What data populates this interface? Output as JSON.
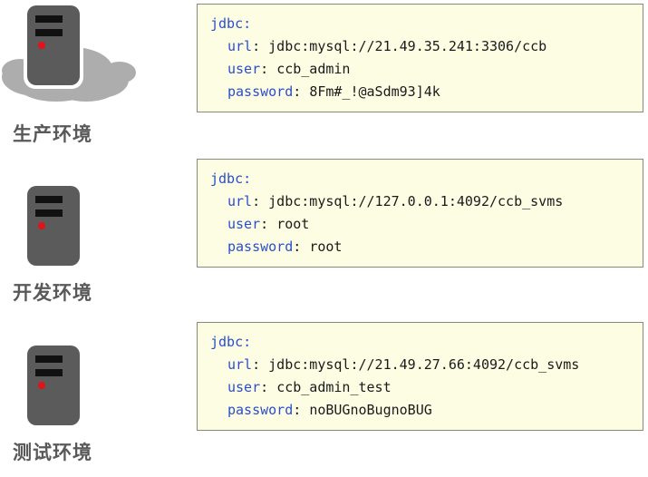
{
  "environments": [
    {
      "id": "prod",
      "label": "生产环境",
      "icon": "server-cloud-icon",
      "has_cloud": true,
      "config": {
        "root_key": "jdbc",
        "entries": [
          {
            "key": "url",
            "value": "jdbc:mysql://21.49.35.241:3306/ccb"
          },
          {
            "key": "user",
            "value": "ccb_admin"
          },
          {
            "key": "password",
            "value": "8Fm#_!@aSdm93]4k"
          }
        ]
      }
    },
    {
      "id": "dev",
      "label": "开发环境",
      "icon": "server-icon",
      "has_cloud": false,
      "config": {
        "root_key": "jdbc",
        "entries": [
          {
            "key": "url",
            "value": "jdbc:mysql://127.0.0.1:4092/ccb_svms"
          },
          {
            "key": "user",
            "value": "root"
          },
          {
            "key": "password",
            "value": "root"
          }
        ]
      }
    },
    {
      "id": "test",
      "label": "测试环境",
      "icon": "server-icon",
      "has_cloud": false,
      "config": {
        "root_key": "jdbc",
        "entries": [
          {
            "key": "url",
            "value": "jdbc:mysql://21.49.27.66:4092/ccb_svms"
          },
          {
            "key": "user",
            "value": "ccb_admin_test"
          },
          {
            "key": "password",
            "value": "noBUGnoBugnoBUG"
          }
        ]
      }
    }
  ],
  "colors": {
    "card_background": "#fdfde4",
    "card_border": "#8a8a78",
    "key_text": "#2a4ecb",
    "value_text": "#1a1a1a",
    "label_text": "#595959",
    "server_body": "#5b5b5b",
    "server_slot": "#111111",
    "server_led": "#e3121a",
    "cloud": "#adadad"
  }
}
